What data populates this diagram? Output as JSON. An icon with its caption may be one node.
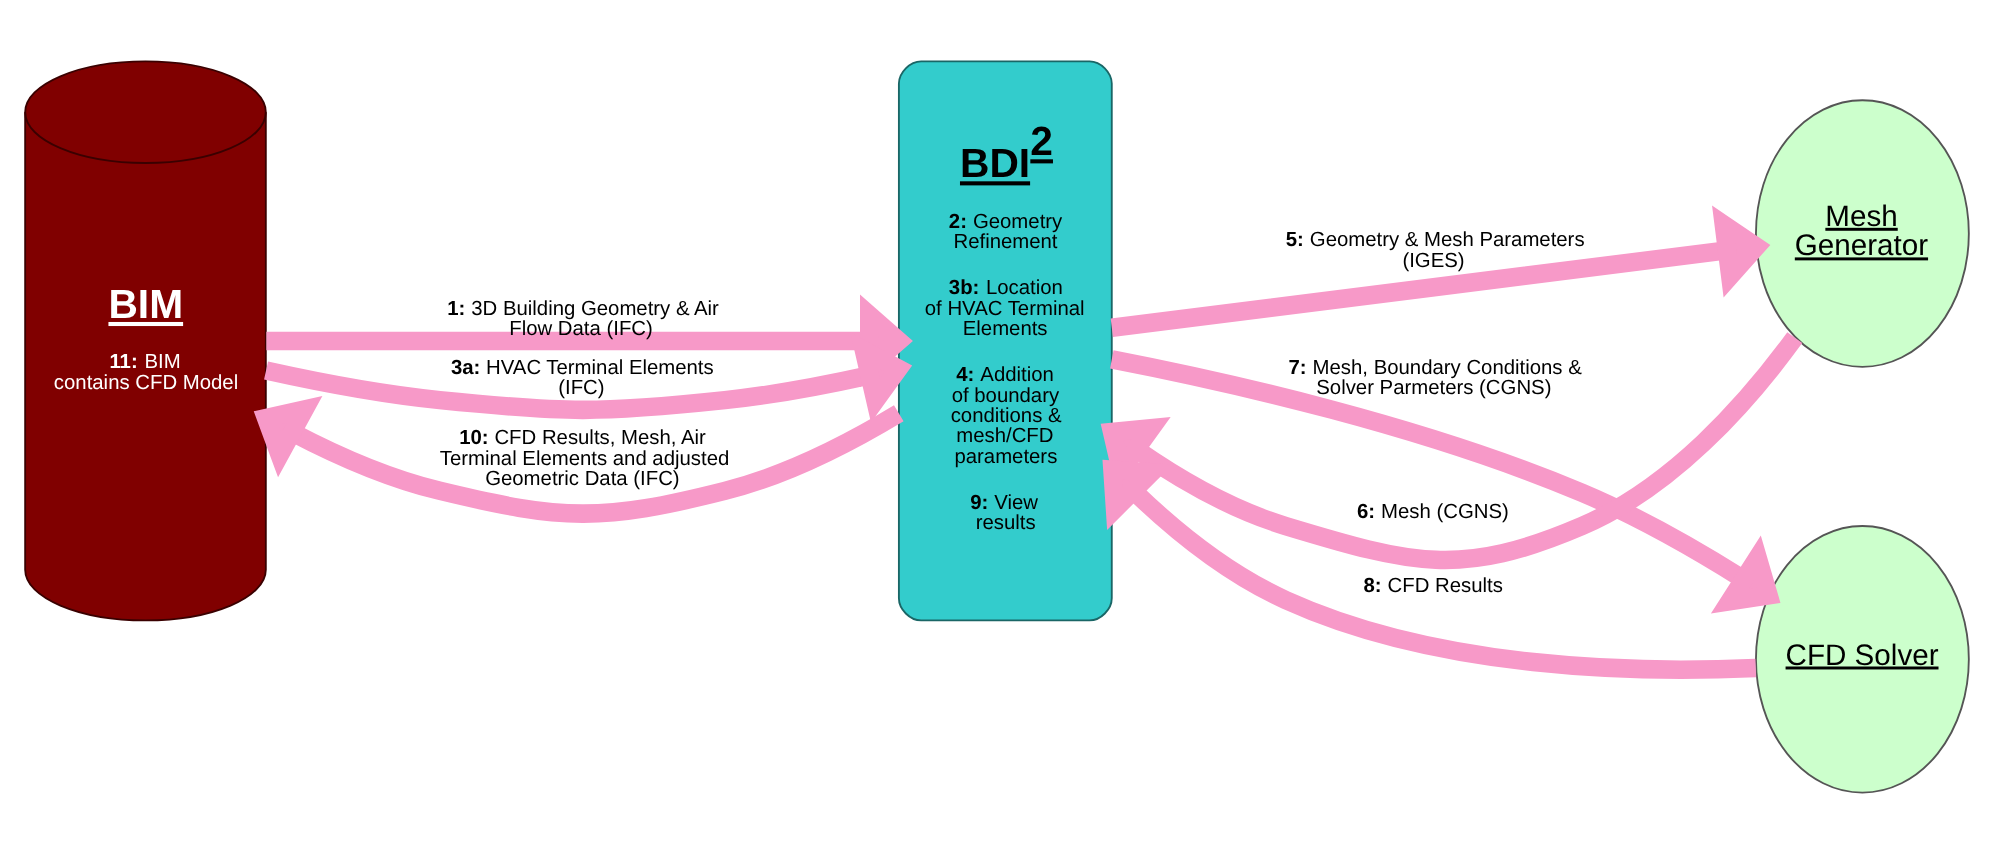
{
  "diagram": {
    "nodes": [
      {
        "text": [
          "BIM",
          "**11:** BIM contains CFD Model"
        ]
      },
      {
        "text": [
          "BDI$^{2}$",
          "**2:** Geometry Refinement",
          "**3b:** Location of HVAC Terminal Elements",
          "**4:** Addition of boundary conditions & mesh/CFD parameters",
          "**9:** View results"
        ]
      },
      {
        "text": [
          "Mesh Generator"
        ]
      },
      {
        "text": [
          "CFD Solver"
        ]
      }
    ],
    "edges": [
      {
        "from": 0,
        "to": 1,
        "arrow": "to",
        "label": "**1:** 3D Building Geometry & Air Flow Data (IFC)"
      },
      {
        "from": 0,
        "to": 1,
        "arrow": "to",
        "label": "**3a:** HVAC Terminal Elements  (IFC)"
      },
      {
        "from": 1,
        "to": 0,
        "arrow": "to",
        "label": "**10:** CFD Results, Mesh, Air Terminal Elements and adjusted Geometric Data (IFC)"
      },
      {
        "from": 1,
        "to": 2,
        "arrow": "to",
        "label": "**5:** Geometry & Mesh Parameters (IGES)"
      },
      {
        "from": 2,
        "to": 1,
        "arrow": "to",
        "label": "**6:** Mesh (CGNS)"
      },
      {
        "from": 1,
        "to": 3,
        "arrow": "to",
        "label": "**7:** Mesh, Boundary Conditions & Solver Parmeters (CGNS)"
      },
      {
        "from": 3,
        "to": 1,
        "arrow": "to",
        "label": "**8:** CFD Results"
      }
    ]
  }
}
